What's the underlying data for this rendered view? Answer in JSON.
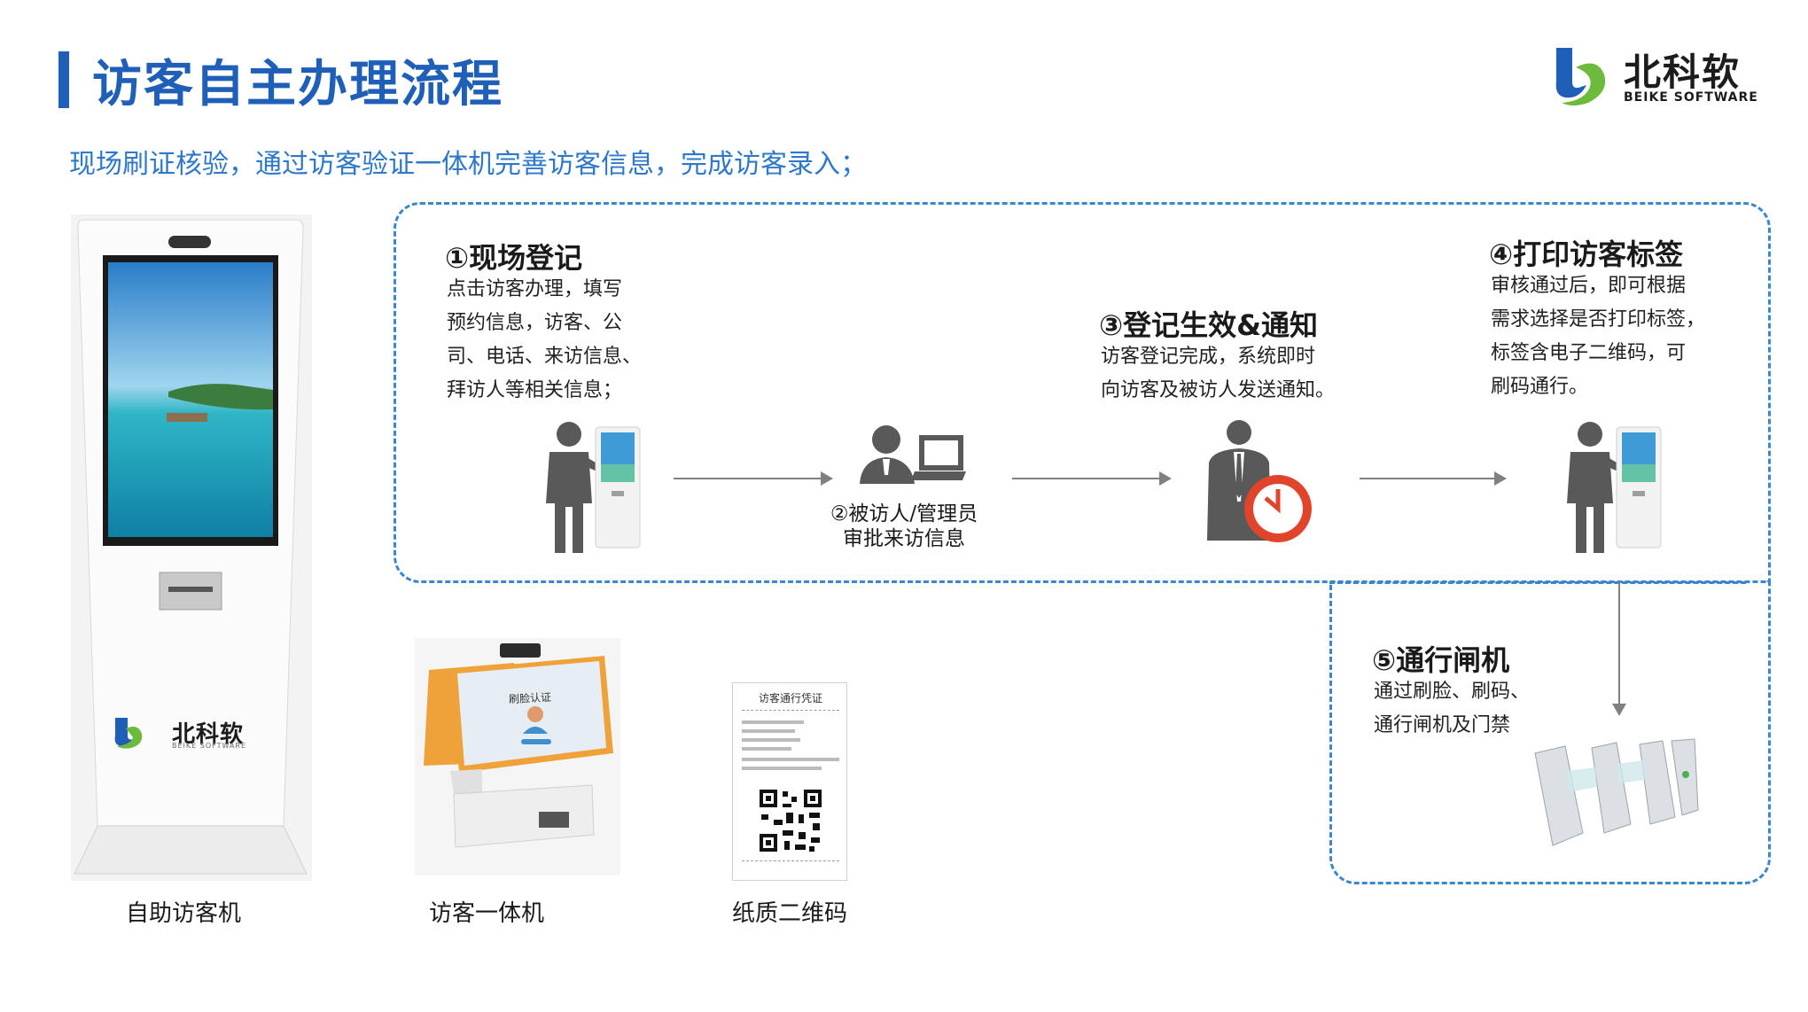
{
  "header": {
    "title": "访客自主办理流程",
    "subtitle": "现场刷证核验，通过访客验证一体机完善访客信息，完成访客录入；"
  },
  "logo": {
    "name": "北科软",
    "sub": "BEIKE SOFTWARE"
  },
  "steps": {
    "s1": {
      "title": "①现场登记",
      "desc": [
        "点击访客办理，填写",
        "预约信息，访客、公",
        "司、电话、来访信息、",
        "拜访人等相关信息；"
      ]
    },
    "s2": {
      "caption": [
        "②被访人/管理员",
        "审批来访信息"
      ]
    },
    "s3": {
      "title": "③登记生效&通知",
      "desc": [
        "访客登记完成，系统即时",
        "向访客及被访人发送通知。"
      ]
    },
    "s4": {
      "title": "④打印访客标签",
      "desc": [
        "审核通过后，即可根据",
        "需求选择是否打印标签，",
        "标签含电子二维码，可",
        "刷码通行。"
      ]
    },
    "s5": {
      "title": "⑤通行闸机",
      "desc": [
        "通过刷脸、刷码、",
        "通行闸机及门禁"
      ]
    }
  },
  "devices": {
    "kiosk": {
      "label": "自助访客机",
      "brand": "北科软",
      "brand_sub": "BEIKE SOFTWARE"
    },
    "terminal": {
      "label": "访客一体机",
      "screen_title": "刷脸认证"
    },
    "paper": {
      "label": "纸质二维码",
      "ticket_title": "访客通行凭证"
    }
  },
  "colors": {
    "accent": "#1f5fb8",
    "dashed_border": "#3a86cf",
    "icon_gray": "#595959",
    "clock_red": "#e0452c",
    "terminal_orange": "#f0a23a"
  }
}
